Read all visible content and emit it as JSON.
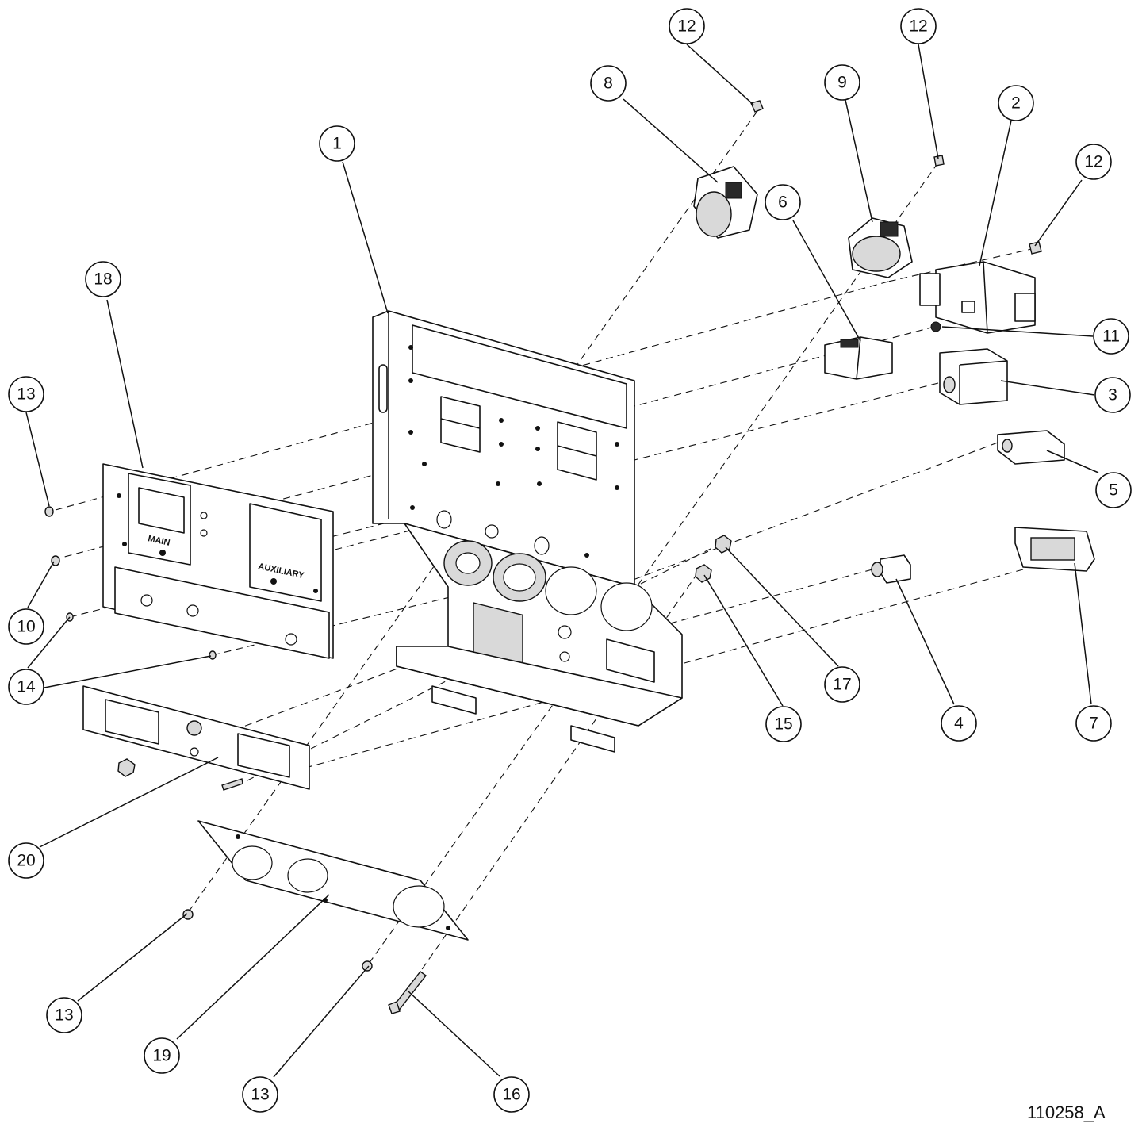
{
  "diagram": {
    "callouts": [
      {
        "id": "c1",
        "label": "1"
      },
      {
        "id": "c2",
        "label": "2"
      },
      {
        "id": "c3",
        "label": "3"
      },
      {
        "id": "c4",
        "label": "4"
      },
      {
        "id": "c5",
        "label": "5"
      },
      {
        "id": "c6",
        "label": "6"
      },
      {
        "id": "c7",
        "label": "7"
      },
      {
        "id": "c8",
        "label": "8"
      },
      {
        "id": "c9",
        "label": "9"
      },
      {
        "id": "c10",
        "label": "10"
      },
      {
        "id": "c11",
        "label": "11"
      },
      {
        "id": "c12a",
        "label": "12"
      },
      {
        "id": "c12b",
        "label": "12"
      },
      {
        "id": "c12c",
        "label": "12"
      },
      {
        "id": "c13a",
        "label": "13"
      },
      {
        "id": "c13b",
        "label": "13"
      },
      {
        "id": "c13c",
        "label": "13"
      },
      {
        "id": "c14",
        "label": "14"
      },
      {
        "id": "c15",
        "label": "15"
      },
      {
        "id": "c16",
        "label": "16"
      },
      {
        "id": "c17",
        "label": "17"
      },
      {
        "id": "c18",
        "label": "18"
      },
      {
        "id": "c19",
        "label": "19"
      },
      {
        "id": "c20",
        "label": "20"
      }
    ],
    "panel_labels": {
      "main": "MAIN",
      "auxiliary": "AUXILIARY"
    },
    "drawing_id": "110258_A"
  }
}
